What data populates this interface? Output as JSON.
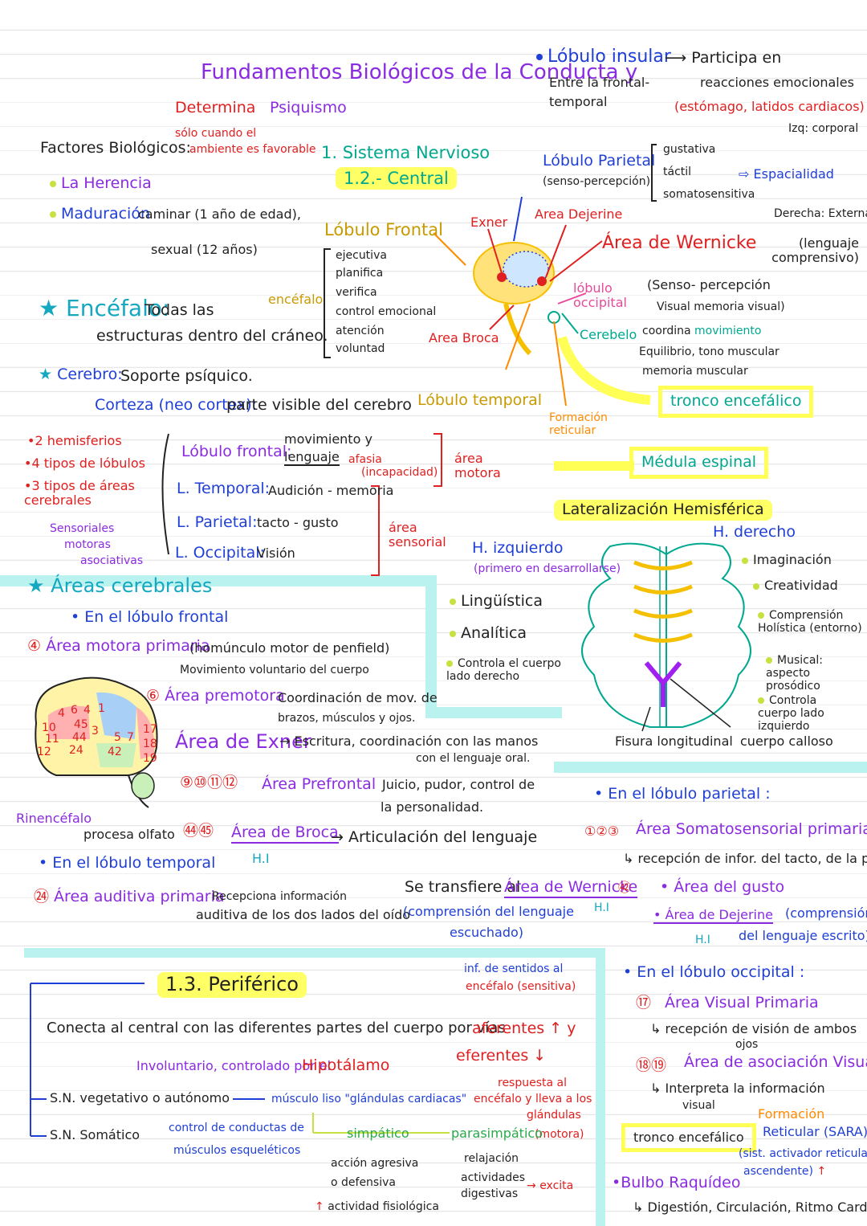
{
  "title": {
    "main": "Fundamentos Biológicos de la Conducta y",
    "sub": "Psiquismo",
    "determina": "Determina",
    "condicion1": "sólo cuando el",
    "condicion2": "ambiente es favorable"
  },
  "factores": {
    "label": "Factores Biológicos:",
    "items": [
      "La Herencia",
      "Maduración"
    ],
    "caminar": "caminar (1 año de edad),",
    "sexual": "sexual (12 años)"
  },
  "encefalo": {
    "label": "Encéfalo:",
    "desc1": "Todas las",
    "desc2": "estructuras dentro del cráneo.",
    "side": "encéfalo"
  },
  "cerebro": {
    "label": "Cerebro:",
    "desc": "Soporte psíquico.",
    "corteza": "Corteza (neo cortex):",
    "corteza_desc": "parte visible del cerebro"
  },
  "sistema": {
    "title": "1. Sistema Nervioso",
    "central": "1.2.- Central"
  },
  "frontal_box": {
    "title": "Lóbulo Frontal",
    "items": [
      "ejecutiva",
      "planifica",
      "verifica",
      "control emocional",
      "atención",
      "voluntad"
    ]
  },
  "brain_labels": {
    "exner": "Exner",
    "dejerine": "Area Dejerine",
    "broca": "Area Broca",
    "temporal": "Lóbulo temporal",
    "formacion": "Formación reticular",
    "occipital": "lóbulo occipital",
    "cerebelo": "Cerebelo",
    "parietal": "Lóbulo Parietal",
    "parietal_sub": "(senso-percepción)",
    "wernicke": "Área de Wernicke",
    "wernicke_desc": "(lenguaje comprensivo)"
  },
  "insular": {
    "title": "Lóbulo insular",
    "entre1": "Entre la frontal-",
    "entre2": "temporal",
    "participa": "Participa en",
    "reacciones": "reacciones emocionales",
    "ejemplo": "(estómago, latidos cardiacos)"
  },
  "parietal_funcs": {
    "items": [
      "gustativa",
      "táctil",
      "somatosensitiva"
    ],
    "espacialidad": "Espacialidad",
    "izq": "Izq: corporal",
    "der": "Derecha: Externa"
  },
  "occipital_desc": {
    "l1": "(Senso- percepción",
    "l2": "Visual memoria visual)"
  },
  "cerebelo_desc": {
    "l1": "coordina movimiento",
    "l2": "Equilibrio, tono muscular",
    "l3": "memoria muscular"
  },
  "tronco": "tronco encefálico",
  "medula": "Médula espinal",
  "hemis_list": {
    "items": [
      "2 hemisferios",
      "4 tipos de lóbulos",
      "3 tipos de áreas cerebrales"
    ],
    "sub": [
      "Sensoriales",
      "motoras",
      "asociativas"
    ]
  },
  "lobes": {
    "frontal": "Lóbulo frontal:",
    "frontal_desc1": "movimiento y",
    "frontal_desc2": "lenguaje",
    "afasia": "afasia",
    "incapacidad": "(incapacidad)",
    "area_motora": "área motora",
    "temporal": "L. Temporal:",
    "temporal_desc": "Audición - memoria",
    "parietal": "L. Parietal:",
    "parietal_desc": "tacto - gusto",
    "occipital": "L. Occipital:",
    "occipital_desc": "Visión",
    "area_sensorial": "área sensorial"
  },
  "lateralizacion": {
    "title": "Lateralización Hemisférica",
    "izq": "H. izquierdo",
    "izq_sub": "(primero en desarrollarse)",
    "izq_items": [
      "Lingüística",
      "Analítica",
      "Controla el cuerpo lado derecho"
    ],
    "der": "H. derecho",
    "der_items": [
      "Imaginación",
      "Creatividad",
      "Comprensión Holística (entorno)",
      "Musical: aspecto prosódico",
      "Controla cuerpo lado izquierdo"
    ],
    "fisura": "Fisura longitudinal",
    "calloso": "cuerpo calloso"
  },
  "areas": {
    "title": "Áreas cerebrales",
    "frontal_head": "En el lóbulo frontal",
    "motora": "Área motora primaria",
    "motora_desc": "(homúnculo motor de penfield)",
    "motora_sub": "Movimiento voluntario del cuerpo",
    "premotora": "Área premotora",
    "premotora_desc": "Coordinación de mov. de",
    "premotora_desc2": "brazos, músculos y ojos.",
    "exner": "Área de Exner",
    "exner_desc": "Escritura, coordinación con las manos",
    "exner_desc2": "con el lenguaje oral.",
    "prefrontal_nums": "⑨⑩⑪⑫",
    "prefrontal": "Área Prefrontal",
    "prefrontal_desc": "Juicio, pudor, control de",
    "prefrontal_desc2": "la personalidad.",
    "rinencefalo": "Rinencéfalo",
    "rinencefalo_desc": "procesa olfato",
    "broca_nums": "㊹㊺",
    "broca": "Área de Broca",
    "broca_desc": "Articulación del lenguaje",
    "hi": "H.I",
    "temporal_head": "En el lóbulo temporal",
    "auditiva": "Área auditiva primaria",
    "auditiva_desc1": "Recepciona información",
    "auditiva_desc2": "auditiva de los dos lados del oído",
    "transfiere": "Se transfiere al",
    "wernicke": "Área de Wernicke",
    "wernicke_desc": "(comprensión del lenguaje",
    "wernicke_desc2": "escuchado)",
    "brain_numbers": [
      "4",
      "6",
      "4",
      "1",
      "10",
      "45",
      "3",
      "11",
      "44",
      "5",
      "7",
      "12",
      "24",
      "42",
      "17",
      "18",
      "19"
    ]
  },
  "parietal_section": {
    "head": "En el lóbulo parietal :",
    "soma_nums": "①②③",
    "soma": "Área Somatosensorial primaria",
    "soma_desc": "recepción de infor. del tacto, de la piel",
    "gusto": "Área del gusto",
    "dejerine": "Área de Dejerine",
    "dejerine_desc": "(comprensión",
    "dejerine_desc2": "del lenguaje escrito)",
    "hi": "H.I"
  },
  "occipital_section": {
    "head": "En el lóbulo occipital :",
    "visual_num": "⑰",
    "visual": "Área Visual Primaria",
    "visual_desc": "recepción de visión de ambos",
    "visual_desc2": "ojos",
    "asoc_nums": "⑱⑲",
    "asoc": "Área de asociación Visual",
    "asoc_desc": "Interpreta la información",
    "asoc_desc2": "visual",
    "tronco": "tronco encefálico",
    "formacion": "Formación",
    "reticular": "Reticular (SARA)",
    "sist": "(sist. activador reticular",
    "ascendente": "ascendente)",
    "bulbo": "Bulbo Raquídeo",
    "bulbo_desc": "Digestión, Circulación, Ritmo Cardiaco"
  },
  "periferico": {
    "title": "1.3. Periférico",
    "conecta": "Conecta al central con las diferentes partes del cuerpo por vías",
    "aferentes": "aferentes",
    "eferentes": "eferentes",
    "inf_sentidos": "inf. de sentidos al",
    "encefalo_sens": "encéfalo (sensitiva)",
    "respuesta": "respuesta al",
    "encefalo_lleva": "encéfalo y lleva a los",
    "glandulas": "glándulas",
    "motora": "(motora)",
    "involuntario": "Involuntario, controlado por el",
    "hipotalamo": "Hipotálamo",
    "vegetativo": "S.N. vegetativo o autónomo",
    "musculo": "músculo liso \"glándulas cardiacas\"",
    "somatico": "S.N. Somático",
    "control": "control de conductas de",
    "control2": "músculos esqueléticos",
    "simpatico": "simpático",
    "parasimpatico": "parasimpático",
    "accion": "acción agresiva",
    "defensiva": "o defensiva",
    "actividad": "actividad fisiológica",
    "relajacion": "relajación",
    "actividades": "actividades",
    "digestivas": "digestivas",
    "excita": "excita"
  }
}
